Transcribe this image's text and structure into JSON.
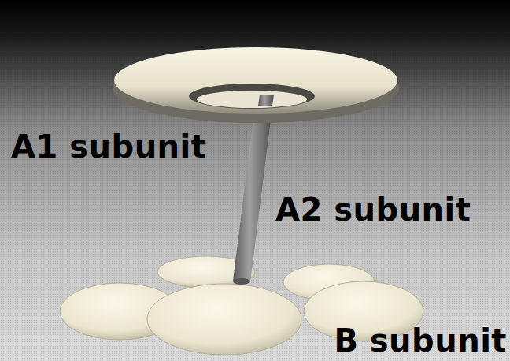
{
  "diagram": {
    "labels": [
      "A1 subunit",
      "A2 subunit",
      "B subunit"
    ]
  }
}
